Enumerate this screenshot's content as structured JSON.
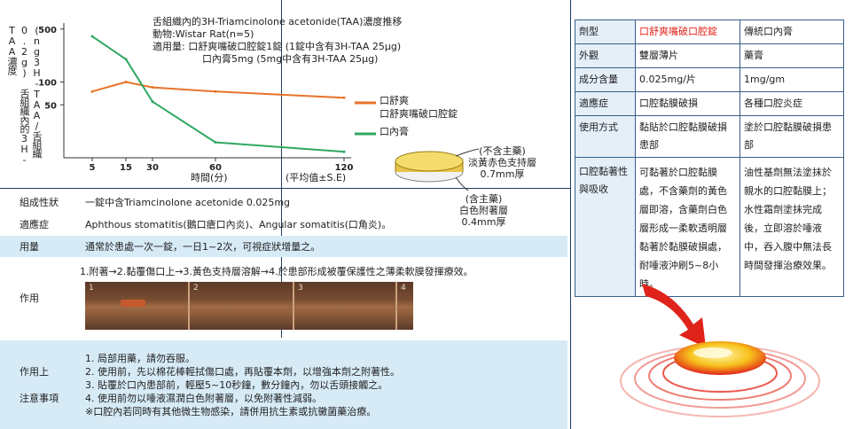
{
  "chart_data": {
    "type": "line",
    "title_lines": [
      "舌組織內的3H-Triamcinolone acetonide(TAA)濃度推移",
      "動物:Wistar Rat(n=5)",
      "適用量: 口舒爽嘴破口腔錠1錠 (1錠中含有3H-TAA 25μg)",
      "口內膏5mg (5mg中含有3H-TAA 25μg)"
    ],
    "ylabel": "(ng3H-TAA/舌組織0.2g) 舌組織內的3H-TAA濃度",
    "xlabel": "時間(分)",
    "x_note": "(平均值±S.E)",
    "x_ticks": [
      "5",
      "15",
      "30",
      "60",
      "120"
    ],
    "y_ticks": [
      "500",
      "100",
      "50"
    ],
    "series": [
      {
        "name": "口舒爽 口舒爽嘴破口腔錠",
        "color": "#e8732a",
        "points": [
          [
            5,
            75
          ],
          [
            15,
            100
          ],
          [
            30,
            85
          ],
          [
            60,
            75
          ],
          [
            120,
            62
          ]
        ]
      },
      {
        "name": "口內膏",
        "color": "#2ea860",
        "points": [
          [
            5,
            400
          ],
          [
            15,
            200
          ],
          [
            30,
            55
          ],
          [
            60,
            16
          ],
          [
            120,
            12
          ]
        ]
      }
    ],
    "legend": [
      {
        "label": "口舒爽",
        "color": "#e8732a"
      },
      {
        "label": "口舒爽嘴破口腔錠",
        "color": "#e8732a"
      },
      {
        "label": "口內膏",
        "color": "#2ea860"
      }
    ]
  },
  "tablet": {
    "top_lines": [
      "(不含主藥)",
      "淡黃赤色支持層",
      "0.7mm厚"
    ],
    "bottom_lines": [
      "(含主藥)",
      "白色附著層",
      "0.4mm厚"
    ]
  },
  "left_rows": {
    "composition_label": "組成性狀",
    "composition_text": "一錠中含Triamcinolone acetonide 0.025mg",
    "indication_label": "適應症",
    "indication_text": "Aphthous stomatitis(鵝口瘡口內炎)、Angular somatitis(口角炎)。",
    "dosage_label": "用量",
    "dosage_text": "通常於患處一次一錠，一日1~2次，可視症狀增量之。",
    "action_label": "作用",
    "action_text": "1.附著→2.黏覆傷口上→3.黃色支持層溶解→4.於患部形成被覆保護性之薄柔軟膜發揮療效。",
    "photo_steps": [
      "1",
      "2",
      "3",
      "4"
    ],
    "caution_label_1": "作用上",
    "caution_label_2": "注意事項",
    "cautions": [
      "1. 局部用藥，請勿吞服。",
      "2. 使用前，先以棉花棒輕拭傷口處，再貼覆本劑，以增強本劑之附著性。",
      "3. 貼覆於口內患部前，輕壓5~10秒鐘，數分鐘內，勿以舌頭接觸之。",
      "4. 使用前勿以唾液濕潤白色附著層，以免附著性減弱。",
      "※口腔內若同時有其他微生物感染，請併用抗生素或抗黴菌藥治療。"
    ]
  },
  "compare": {
    "h_type": "劑型",
    "a_type": "口舒爽嘴破口腔錠",
    "b_type": "傳統口內膏",
    "h_look": "外觀",
    "a_look": "雙層薄片",
    "b_look": "藥膏",
    "h_amount": "成分含量",
    "a_amount": "0.025mg/片",
    "b_amount": "1mg/gm",
    "h_indic": "適應症",
    "a_indic": "口腔黏膜破損",
    "b_indic": "各種口腔炎症",
    "h_method": "使用方式",
    "a_method": "黏貼於口腔黏膜破損患部",
    "b_method": "塗於口腔黏膜破損患部",
    "h_adhesion": "口腔黏著性與吸收",
    "a_adhesion": "可黏著於口腔黏膜處，不含藥劑的黃色層即溶，含藥劑白色層形成一柔軟透明層黏著於黏膜破損處，耐唾液沖刷5~8小時。",
    "b_adhesion": "油性基劑無法塗抹於親水的口腔黏膜上；水性霜劑塗抹完成後，立即溶於唾液中，吞入腹中無法長時間發揮治療效果。"
  },
  "colors": {
    "accent": "#e0231a",
    "band": "#d7ebf7",
    "border": "#3a5f8a"
  }
}
